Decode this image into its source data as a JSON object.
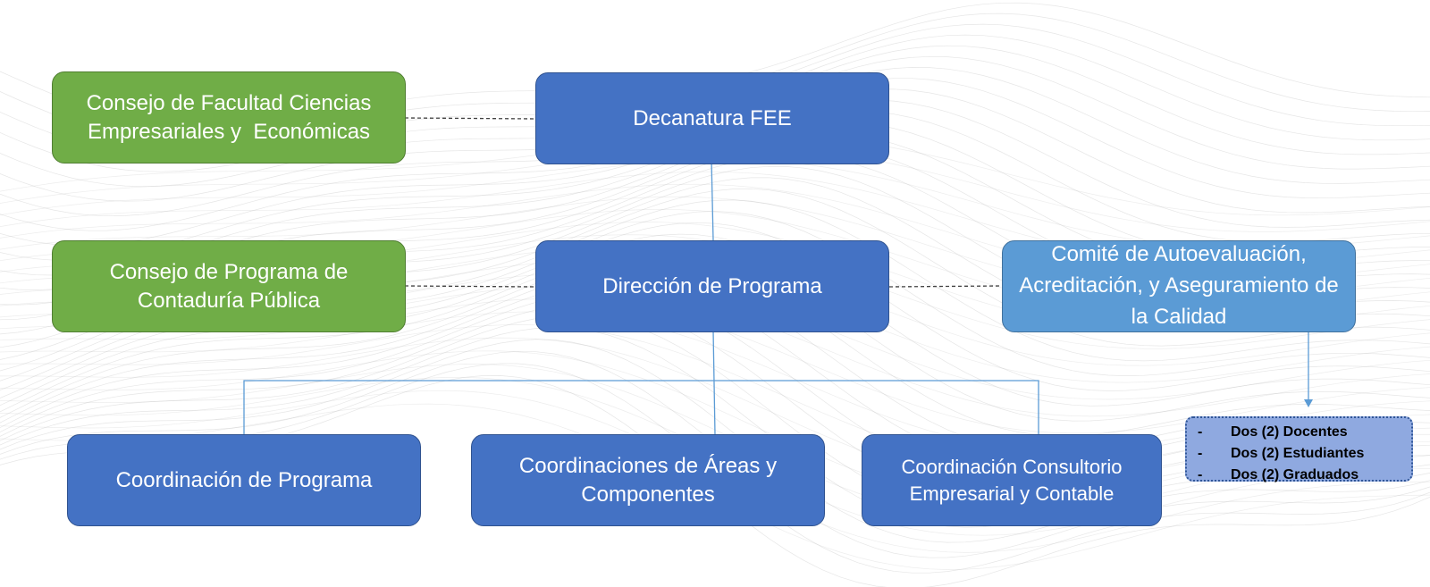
{
  "nodes": {
    "consejo_facultad": "Consejo de Facultad Ciencias Empresariales y  Económicas",
    "decanatura": "Decanatura FEE",
    "consejo_programa": "Consejo de Programa de Contaduría Pública",
    "direccion": "Dirección de Programa",
    "comite": "Comité de Autoevaluación, Acreditación, y Aseguramiento de la Calidad",
    "coord_programa": "Coordinación de Programa",
    "coord_areas": "Coordinaciones de Áreas y Componentes",
    "coord_consultorio": "Coordinación Consultorio Empresarial y Contable"
  },
  "comite_members": [
    {
      "bullet": "-",
      "text": "Dos (2) Docentes"
    },
    {
      "bullet": "-",
      "text": "Dos (2) Estudiantes"
    },
    {
      "bullet": "-",
      "text": "Dos (2) Graduados"
    }
  ],
  "colors": {
    "council_green": "#70ad47",
    "office_blue": "#4472c4",
    "committee_light_blue": "#5b9bd5",
    "members_fill": "#8fa9e0",
    "connector_solid": "#5b9bd5",
    "connector_dashed": "#404040"
  }
}
